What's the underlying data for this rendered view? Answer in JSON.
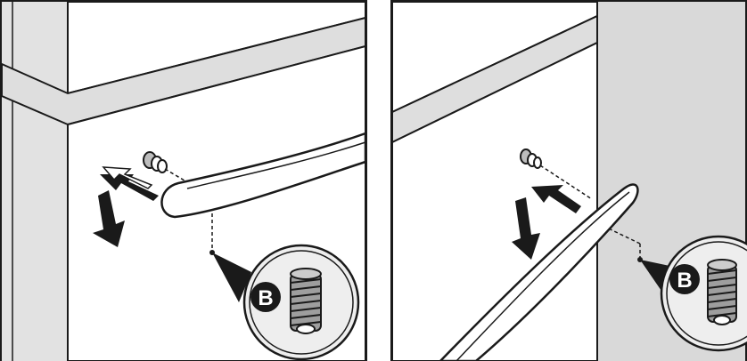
{
  "figure": {
    "panels": [
      {
        "id": "left",
        "callout_letter": "B"
      },
      {
        "id": "right",
        "callout_letter": "B"
      }
    ],
    "colors": {
      "line": "#1a1a1a",
      "panel_fill": "#ffffff",
      "shade_light": "#e6e6e6",
      "shade_mid": "#cfcfcf",
      "arrow": "#1a1a1a",
      "callout_badge": "#1a1a1a"
    },
    "icons": [
      "screw-icon",
      "push-arrow-icon",
      "down-arrow-icon",
      "magnified-thread-insert-icon",
      "callout-badge-b-icon"
    ]
  }
}
